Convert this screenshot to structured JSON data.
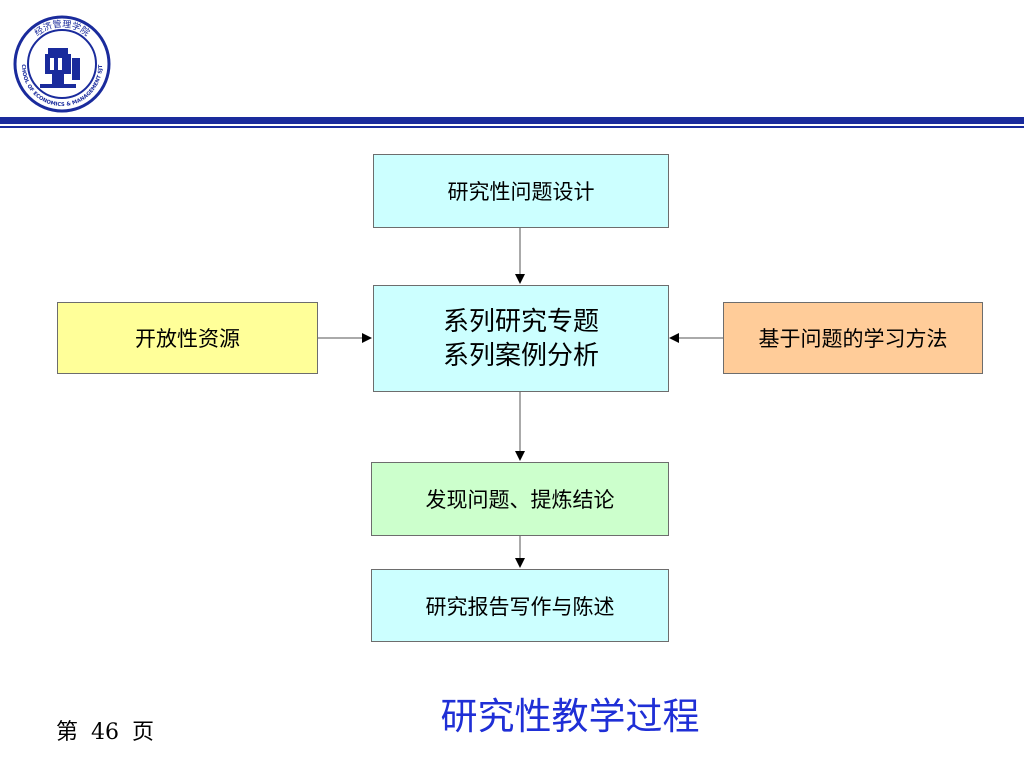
{
  "header": {
    "logo_text": "经济管理学院",
    "logo_ring_text": "SCHOOL OF ECONOMICS & MANAGEMENT SJTU"
  },
  "diagram": {
    "top_box": "研究性问题设计",
    "center_box": [
      "系列研究专题",
      "系列案例分析"
    ],
    "left_box": "开放性资源",
    "right_box": "基于问题的学习方法",
    "discover_box": "发现问题、提炼结论",
    "report_box": "研究报告写作与陈述"
  },
  "footer": {
    "page_label": "第 46 页",
    "slide_title": "研究性教学过程"
  },
  "colors": {
    "rule": "#1a2b9c",
    "title": "#1f2fd6",
    "cyan": "#ccffff",
    "yellow": "#ffff99",
    "orange": "#ffcc99",
    "green": "#ccffcc"
  }
}
